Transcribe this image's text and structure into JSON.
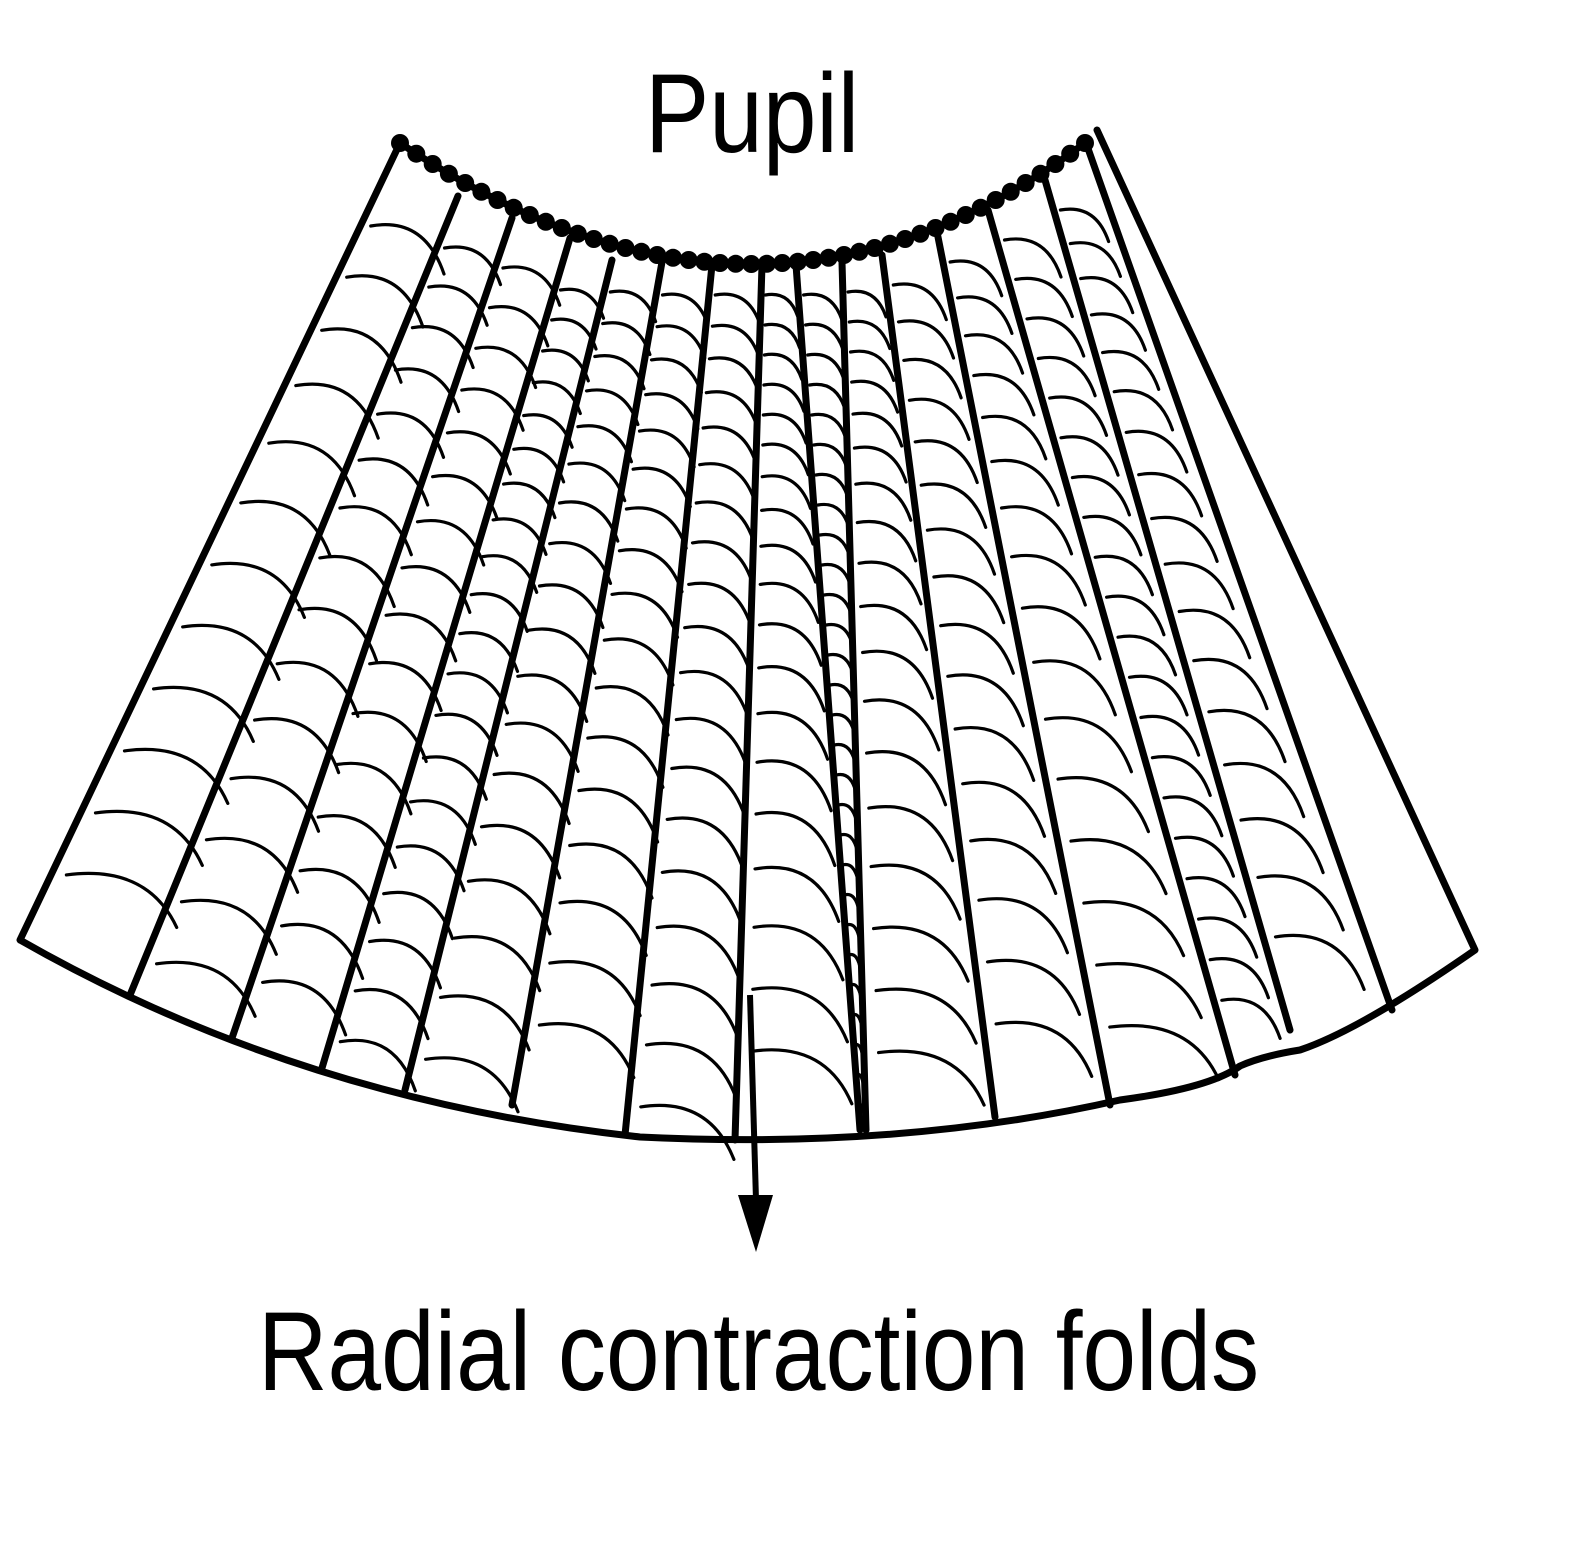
{
  "labels": {
    "pupil": "Pupil",
    "folds": "Radial contraction folds"
  },
  "colors": {
    "ink": "#000000",
    "background": "#ffffff"
  },
  "pointer": "arrow-down"
}
